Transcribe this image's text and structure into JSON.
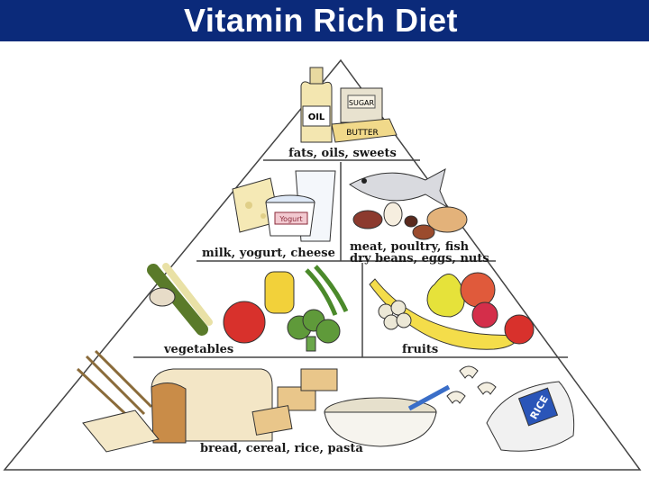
{
  "title": "Vitamin Rich Diet",
  "pyramid": {
    "tier1": {
      "label": "fats, oils, sweets",
      "bottle_text": "OIL",
      "box_text": "SUGAR",
      "butter_text": "BUTTER"
    },
    "tier2": {
      "left_label": "milk, yogurt, cheese",
      "right_label_1": "meat, poultry, fish",
      "right_label_2": "dry beans, eggs, nuts",
      "yogurt_text": "Yogurt"
    },
    "tier3": {
      "left_label": "vegetables",
      "right_label": "fruits"
    },
    "tier4": {
      "label": "bread, cereal, rice, pasta",
      "rice_text": "RICE"
    }
  },
  "colors": {
    "title_bar": "#0b2a7a",
    "title_text": "#ffffff",
    "outline": "#444444"
  }
}
